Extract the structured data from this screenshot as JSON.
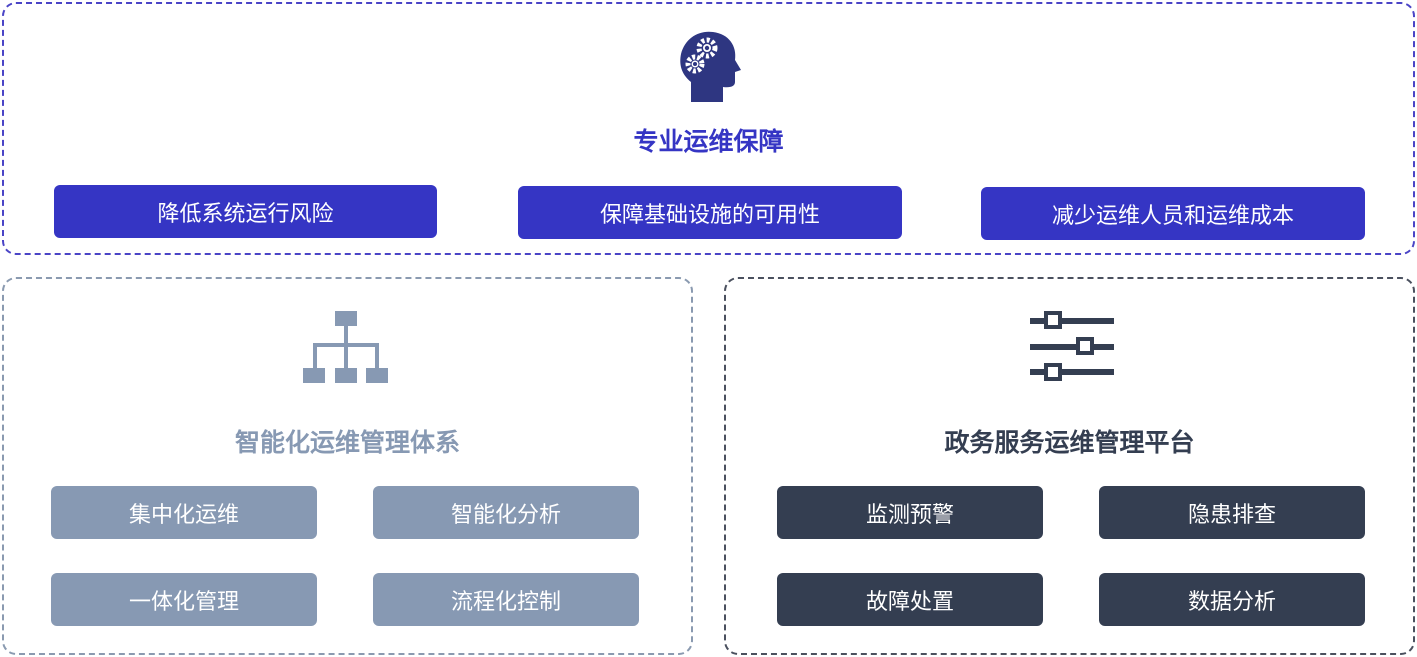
{
  "top": {
    "title": "专业运维保障",
    "items": [
      "降低系统运行风险",
      "保障基础设施的可用性",
      "减少运维人员和运维成本"
    ],
    "color": "#3535c4",
    "icon": "head-gears-icon"
  },
  "left": {
    "title": "智能化运维管理体系",
    "items": [
      "集中化运维",
      "智能化分析",
      "一体化管理",
      "流程化控制"
    ],
    "color": "#8799b3",
    "icon": "org-chart-icon"
  },
  "right": {
    "title": "政务服务运维管理平台",
    "items": [
      "监测预警",
      "隐患排查",
      "故障处置",
      "数据分析"
    ],
    "color": "#343e51",
    "icon": "sliders-icon"
  }
}
